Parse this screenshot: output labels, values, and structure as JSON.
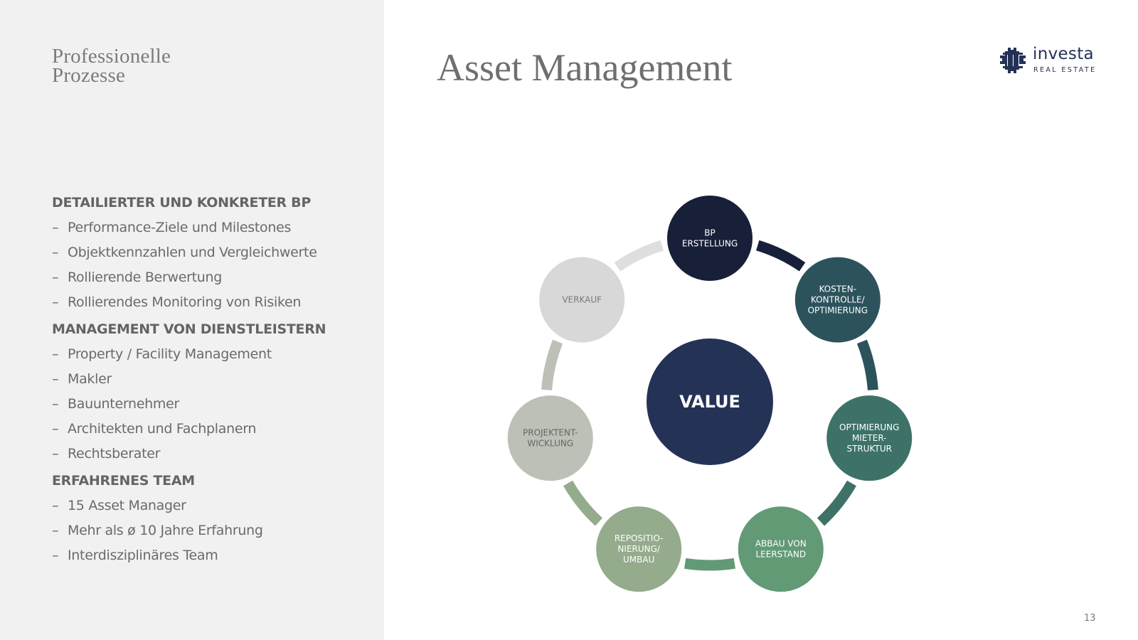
{
  "sidebar": {
    "title_line1": "Professionelle",
    "title_line2": "Prozesse",
    "groups": [
      {
        "heading": "DETAILIERTER UND KONKRETER BP",
        "items": [
          "Performance-Ziele und Milestones",
          "Objektkennzahlen und Vergleichwerte",
          "Rollierende Berwertung",
          "Rollierendes Monitoring von Risiken"
        ]
      },
      {
        "heading": "MANAGEMENT VON DIENSTLEISTERN",
        "items": [
          "Property / Facility Management",
          "Makler",
          "Bauunternehmer",
          "Architekten und Fachplanern",
          "Rechtsberater"
        ]
      },
      {
        "heading": "ERFAHRENES TEAM",
        "items": [
          "15 Asset Manager",
          "Mehr als ø 10 Jahre Erfahrung",
          "Interdisziplinäres Team"
        ]
      }
    ],
    "dash": "–"
  },
  "header": {
    "title": "Asset Management"
  },
  "logo": {
    "word": "investa",
    "sub": "REAL ESTATE"
  },
  "diagram": {
    "center_label": "VALUE",
    "center_color": "#243256",
    "nodes": [
      {
        "lines": [
          "BP",
          "ERSTELLUNG"
        ],
        "fill": "#172038",
        "text_color": "#ffffff"
      },
      {
        "lines": [
          "KOSTEN-",
          "KONTROLLE/",
          "OPTIMIERUNG"
        ],
        "fill": "#2c535c",
        "text_color": "#ffffff"
      },
      {
        "lines": [
          "OPTIMIERUNG",
          "MIETER-",
          "STRUKTUR"
        ],
        "fill": "#3e7269",
        "text_color": "#ffffff"
      },
      {
        "lines": [
          "ABBAU VON",
          "LEERSTAND"
        ],
        "fill": "#629a76",
        "text_color": "#ffffff"
      },
      {
        "lines": [
          "REPOSITIO-",
          "NIERUNG/",
          "UMBAU"
        ],
        "fill": "#94ab8c",
        "text_color": "#ffffff"
      },
      {
        "lines": [
          "PROJEKTENT-",
          "WICKLUNG"
        ],
        "fill": "#bcc0b6",
        "text_color": "#666666"
      },
      {
        "lines": [
          "VERKAUF"
        ],
        "fill": "#d8d8d8",
        "text_color": "#777777"
      }
    ],
    "arcs": [
      {
        "color": "#172038"
      },
      {
        "color": "#2c535c"
      },
      {
        "color": "#3e7269"
      },
      {
        "color": "#629a76"
      },
      {
        "color": "#94ab8c"
      },
      {
        "color": "#bcc0b6"
      },
      {
        "color": "#dedede"
      }
    ]
  },
  "page_number": "13"
}
